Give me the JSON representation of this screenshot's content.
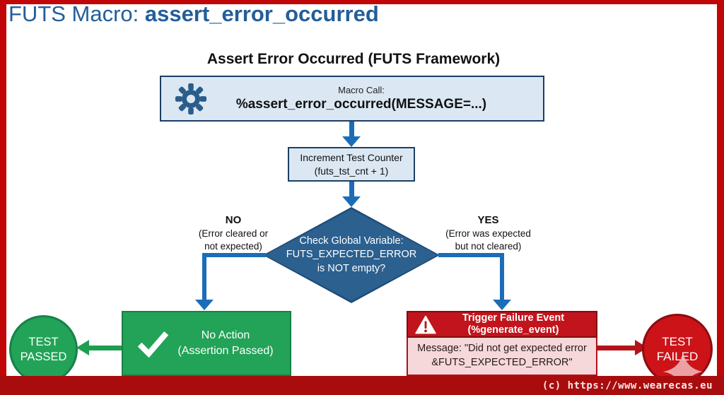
{
  "title": {
    "prefix": "FUTS Macro: ",
    "macro_name": "assert_error_occurred"
  },
  "footer": {
    "copyright": "(c) https://www.wearecas.eu"
  },
  "diagram": {
    "heading": "Assert Error Occurred (FUTS Framework)",
    "macro_call": {
      "label": "Macro Call:",
      "code": "%assert_error_occurred(MESSAGE=...)"
    },
    "counter": {
      "line1": "Increment Test Counter",
      "line2": "(futs_tst_cnt + 1)"
    },
    "decision": {
      "line1": "Check Global Variable:",
      "line2": "FUTS_EXPECTED_ERROR",
      "line3": "is NOT empty?"
    },
    "branch_no": {
      "label": "NO",
      "desc_line1": "(Error cleared or",
      "desc_line2": "not expected)"
    },
    "branch_yes": {
      "label": "YES",
      "desc_line1": "(Error was expected",
      "desc_line2": "but not cleared)"
    },
    "pass_action": {
      "line1": "No Action",
      "line2": "(Assertion Passed)"
    },
    "fail_action": {
      "line1": "Trigger Failure Event",
      "line2": "(%generate_event)",
      "message_line1": "Message: \"Did not get expected error",
      "message_line2": "&FUTS_EXPECTED_ERROR\""
    },
    "terminal_pass": {
      "line1": "TEST",
      "line2": "PASSED"
    },
    "terminal_fail": {
      "line1": "TEST",
      "line2": "FAILED"
    }
  },
  "colors": {
    "title_blue": "#235e99",
    "arrow_blue": "#1b6db8",
    "node_fill": "#dbe8f3",
    "node_border": "#1c3f63",
    "diamond_fill": "#2b608f",
    "pass_green": "#22a357",
    "fail_red": "#c2141c",
    "message_pink": "#f6d8da",
    "frame_red": "#c00606",
    "footer_red": "#a80c0d"
  }
}
